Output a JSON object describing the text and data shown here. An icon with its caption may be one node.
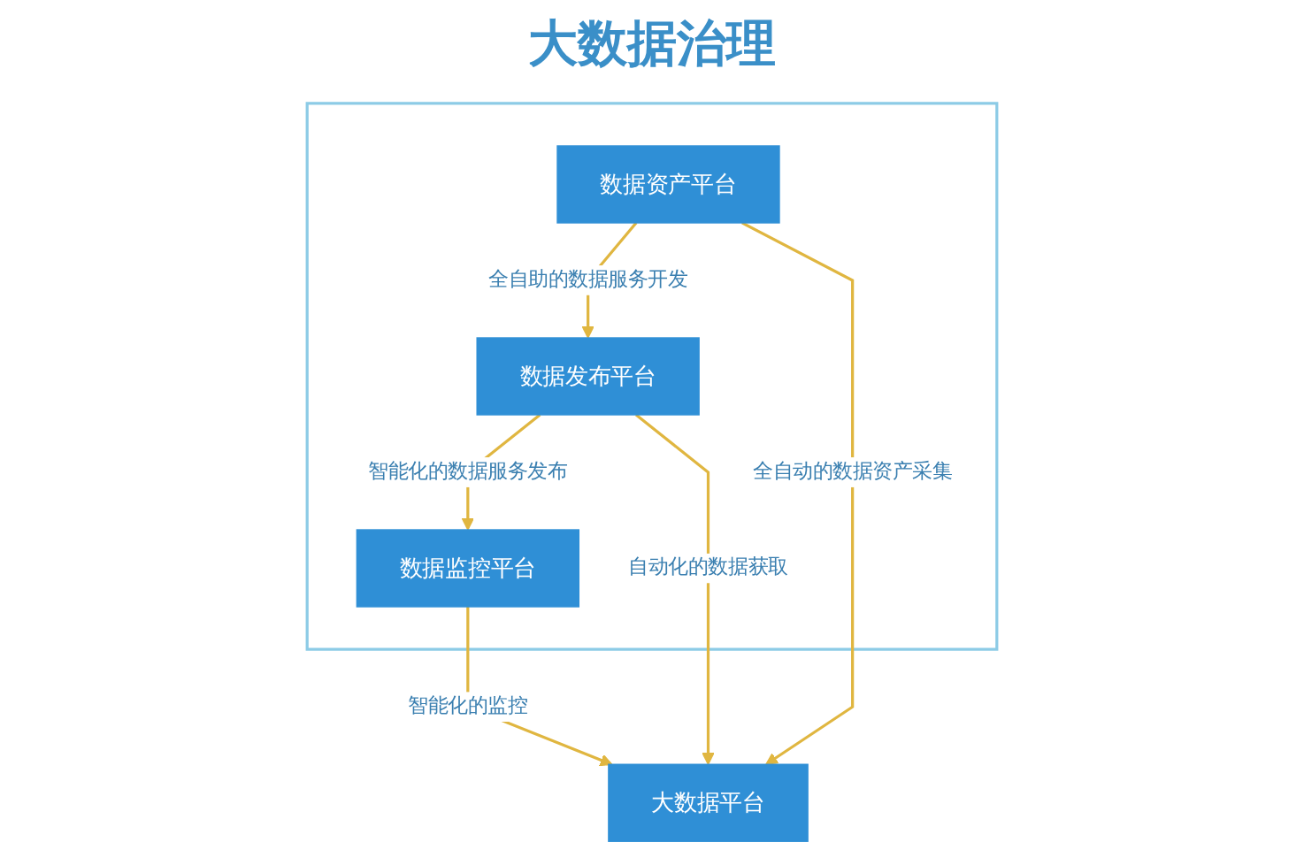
{
  "diagram": {
    "title": "大数据治理",
    "nodes": [
      {
        "text": [],
        "shape": "box"
      },
      {
        "text": [
          "数据发布平台"
        ],
        "in": 0
      },
      {
        "text": [
          "数据资产平台"
        ],
        "in": 0
      },
      {
        "text": [
          "数据监控平台"
        ],
        "in": 0
      },
      {
        "text": [
          "大数据平台"
        ]
      }
    ],
    "edges": [
      {
        "from": 2,
        "to": 1,
        "arrow": "to",
        "label": "全自助的数据服务开发"
      },
      {
        "from": 1,
        "to": 3,
        "arrow": "to",
        "label": "智能化的数据服务发布"
      },
      {
        "from": 1,
        "to": 4,
        "arrow": "to",
        "label": "自动化的数据获取"
      },
      {
        "from": 2,
        "to": 4,
        "arrow": "to",
        "label": "全自动的数据资产采集"
      },
      {
        "from": 3,
        "to": 4,
        "arrow": "to",
        "label": "智能化的监控"
      }
    ]
  }
}
